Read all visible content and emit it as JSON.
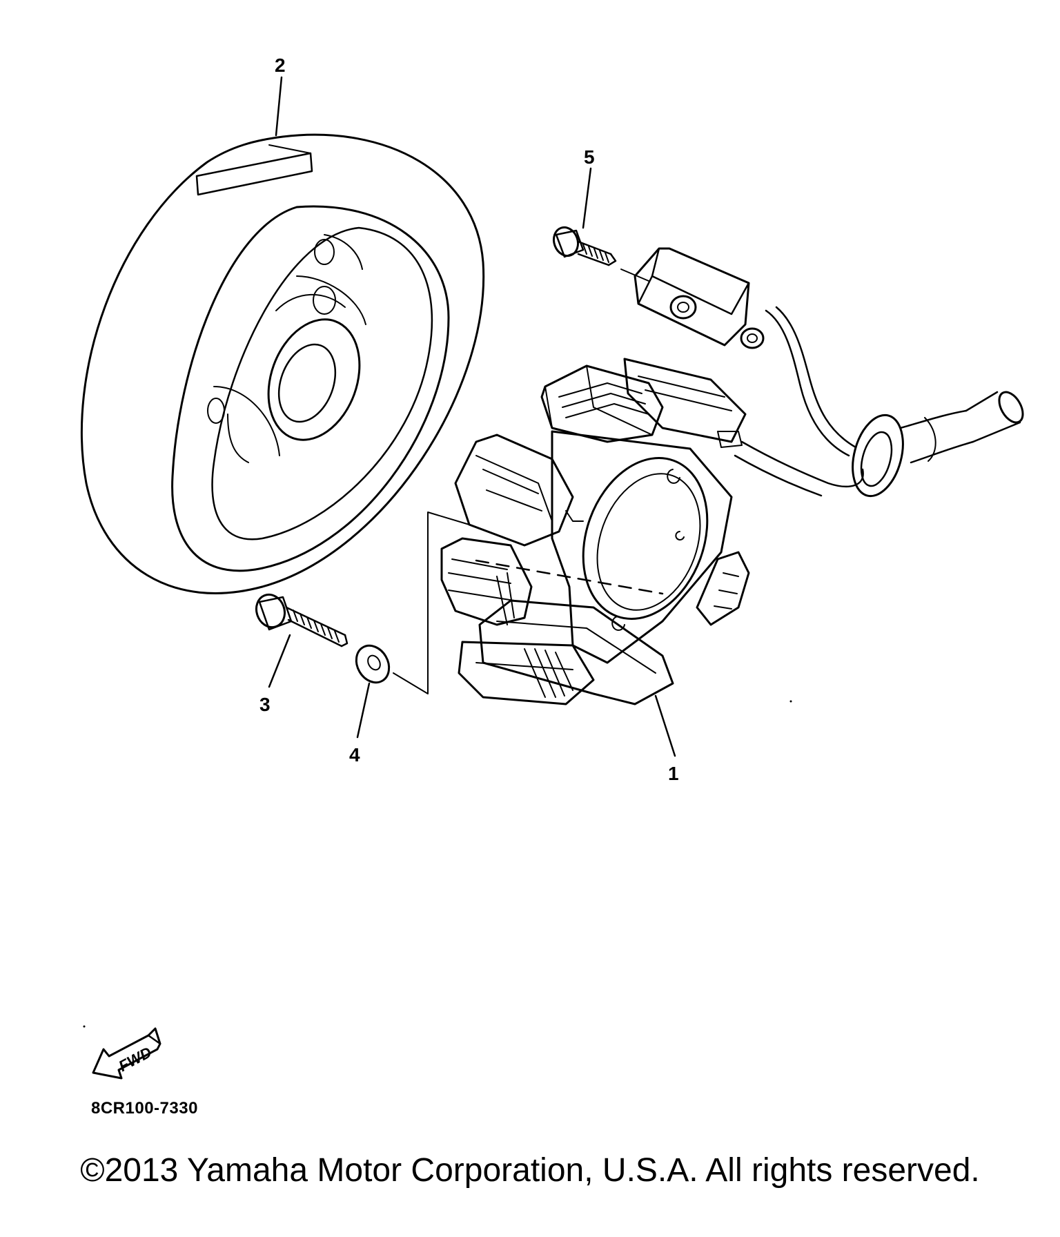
{
  "callouts": [
    {
      "id": "1",
      "label": "1",
      "part": "stator-assembly"
    },
    {
      "id": "2",
      "label": "2",
      "part": "rotor-flywheel"
    },
    {
      "id": "3",
      "label": "3",
      "part": "bolt"
    },
    {
      "id": "4",
      "label": "4",
      "part": "washer"
    },
    {
      "id": "5",
      "label": "5",
      "part": "screw"
    }
  ],
  "fwd_indicator": {
    "text": "FWD"
  },
  "diagram_code": "8CR100-7330",
  "copyright": "©2013 Yamaha Motor Corporation, U.S.A. All rights reserved.",
  "colors": {
    "line": "#000000",
    "background": "#ffffff"
  }
}
